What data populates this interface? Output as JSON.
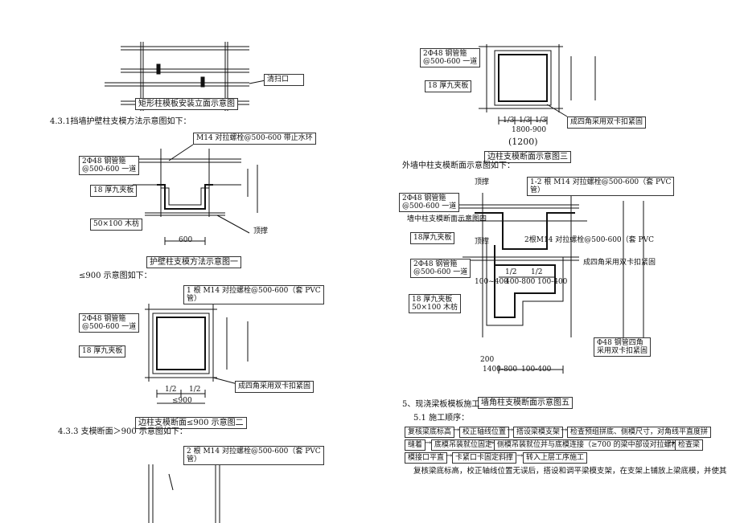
{
  "left": {
    "fig_column_elevation": {
      "cleanout_label": "清扫口",
      "caption": "矩形柱模板安装立面示意图"
    },
    "heading_431": "4.3.1挡墙护壁柱支模方法示意图如下：",
    "fig1": {
      "bolt_label": "M14 对拉螺栓@500-600 带止水环",
      "pipe_label_1": "2Φ48 钢管箍",
      "pipe_label_2": "@500-600 一道",
      "board_label": "18 厚九夹板",
      "wood_label": "50×100 木枋",
      "brace_label": "顶撑",
      "dim": "600",
      "caption": "护壁柱支模方法示意图一"
    },
    "heading_le900": "≤900 示意图如下：",
    "fig2": {
      "bolt_label_1": "1 根 M14 对拉螺栓@500-600（套 PVC",
      "bolt_label_2": "管）",
      "pipe_label_1": "2Φ48 钢管箍",
      "pipe_label_2": "@500-600 一道",
      "board_label": "18 厚九夹板",
      "corner_label": "成四角采用双卡扣紧固",
      "dim_half": "1/2",
      "dim_half2": "1/2",
      "dim_total": "≤900",
      "caption": "边柱支模断面≤900 示意图二"
    },
    "heading_433": "4.3.3 支模断面＞900 示意图如下：",
    "fig3": {
      "bolt_label_1": "2 根 M14 对拉螺栓@500-600（套 PVC",
      "bolt_label_2": "管）"
    }
  },
  "right": {
    "fig_top": {
      "pipe_label_1": "2Φ48 钢管箍",
      "pipe_label_2": "@500-600 一道",
      "board_label": "18 厚九夹板",
      "corner_label": "成四角采用双卡扣紧固",
      "dim_thirds": [
        "1/3",
        "1/3",
        "1/3"
      ],
      "dim_range": "1800-900",
      "dim_total": "(1200)",
      "caption": "边柱支模断面示意图三"
    },
    "heading_outer": "外墙中柱支模断面示意图如下：",
    "fig4": {
      "brace_label": "顶撑",
      "bolt_label_1": "1-2 根 M14 对拉螺栓@500-600（套 PVC",
      "bolt_label_2": "管）",
      "pipe_label_1": "2Φ48 钢管箍",
      "pipe_label_2": "@500-600 一道",
      "overlap_caption": "墙中柱支模断面示意图四",
      "board_label": "18厚九夹板",
      "brace_label_2": "顶撑",
      "bolt_label_3": "2根M14 对拉螺栓@500-600（套 PVC",
      "corner_label": "成四角采用双卡扣紧固",
      "pipe_label_3": "2Φ48 钢管箍",
      "pipe_label_4": "@500-600 一道",
      "dim_a": "1/2",
      "dim_b": "1/2",
      "dim_c": "100~400",
      "dim_d": "400-800",
      "dim_e": "100-400",
      "board_label_2": "18 厚九夹板",
      "wood_label": "50×100 木枋",
      "pipe_corner_1": "Φ48 钢管四角",
      "pipe_corner_2": "采用双卡扣紧固",
      "dim_f": "200",
      "dim_g": "1400-800",
      "dim_h": "100-400",
      "caption": "墙角柱支模断面示意图五"
    },
    "heading_5": "5、现浇梁板模板施工",
    "heading_51": "5.1 施工顺序：",
    "flow": {
      "steps_row1": [
        "复核梁底标高",
        "校正轴线位置",
        "搭设梁模支架",
        "检查预组拼底、侧模尺寸，对角线平直度拼"
      ],
      "steps_row2": [
        "缝着",
        "底模吊装就位固定",
        "侧模吊装就位并与底模连接（≥700 的梁中部设对拉螺栓）",
        "检查梁"
      ],
      "steps_row3": [
        "模接口平直",
        "卡紧口卡固定斜撑",
        "转入上层工序施工"
      ]
    },
    "paragraph": "复核梁底标高，校正轴线位置无误后，搭设和调平梁模支架，在支架上铺放上梁底模，并使其"
  }
}
